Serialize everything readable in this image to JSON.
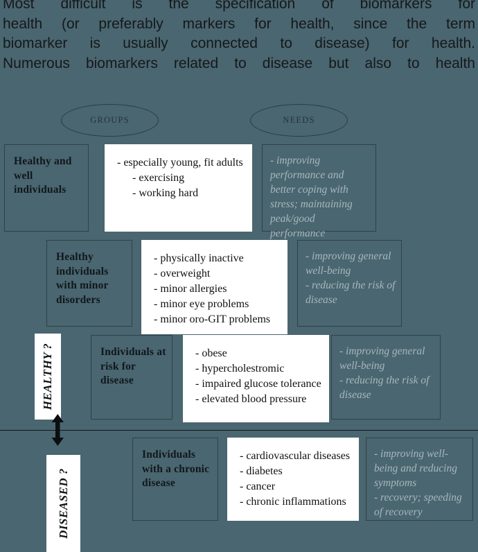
{
  "paragraph": {
    "lines": [
      "Most  difficult  is  the  specification  of  biomarkers  for",
      "health (or preferably markers for health, since the term",
      "biomarker  is  usually  connected  to  disease)  for  health.",
      "Numerous biomarkers related to disease but also to health"
    ]
  },
  "headers": {
    "groups": "GROUPS",
    "needs": "NEEDS"
  },
  "axis_labels": {
    "healthy": "HEALTHY ?",
    "diseased": "DISEASED ?"
  },
  "rows": [
    {
      "id": "healthy-well",
      "group": [
        "Healthy and",
        "well",
        "individuals"
      ],
      "items": [
        "- especially young, fit adults",
        "- exercising",
        "- working hard"
      ],
      "needs": "- improving performance and better coping with stress; maintaining peak/good performance"
    },
    {
      "id": "minor-disorders",
      "group": [
        "Healthy",
        "individuals",
        "with minor",
        "disorders"
      ],
      "items": [
        "- physically inactive",
        "- overweight",
        "- minor allergies",
        "- minor eye problems",
        "- minor oro-GIT problems"
      ],
      "needs": "- improving general well-being - reducing the risk of disease",
      "needs_lines": [
        "- improving general well-being",
        "- reducing the risk of disease"
      ]
    },
    {
      "id": "at-risk",
      "group": [
        "Individuals at",
        "risk for",
        "disease"
      ],
      "items": [
        "- obese",
        "- hypercholestromic",
        "- impaired glucose tolerance",
        "- elevated blood pressure"
      ],
      "needs_lines": [
        "- improving general well-being",
        "- reducing the risk of disease"
      ]
    },
    {
      "id": "chronic-disease",
      "group": [
        "Individuals",
        "with a chronic",
        "disease"
      ],
      "items": [
        "- cardiovascular diseases",
        "- diabetes",
        "- cancer",
        "- chronic inflammations"
      ],
      "needs_lines": [
        "- improving well-being and reducing symptoms",
        "- recovery; speeding of recovery"
      ]
    }
  ],
  "colors": {
    "background": "#4a6670",
    "panel_white": "#ffffff",
    "box_border": "#30424a",
    "needs_text": "#a8b7bd",
    "arrow": "#0b0f11"
  },
  "icons": {
    "divider": "horizontal-divider",
    "arrow": "double-headed-vertical-arrow"
  }
}
